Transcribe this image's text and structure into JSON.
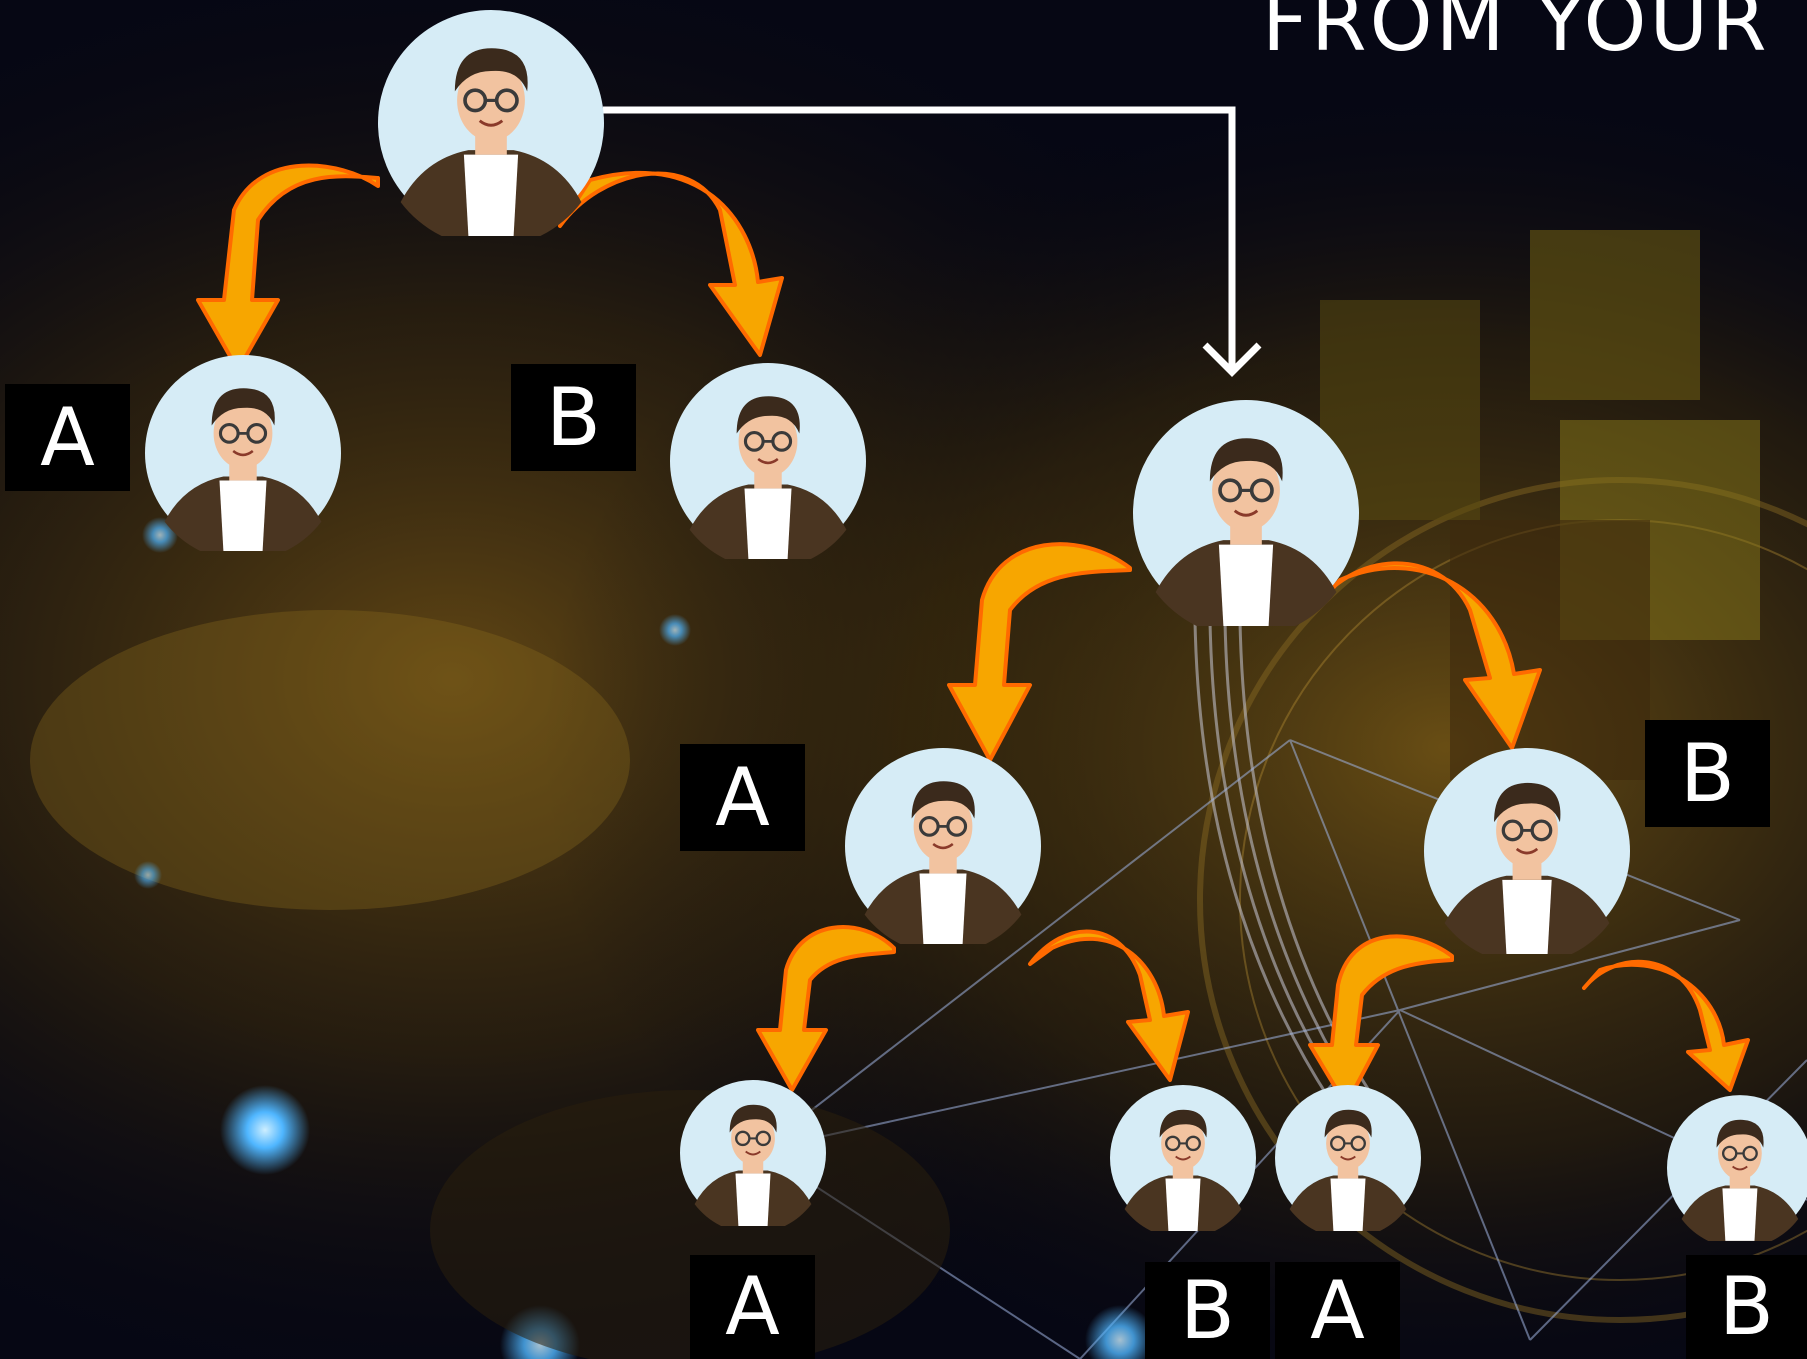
{
  "header": {
    "text": "FROM YOUR"
  },
  "labels": {
    "a": "A",
    "b": "B"
  },
  "icons": {
    "person": "person-avatar-icon",
    "arrow": "curved-arrow-icon",
    "connector": "connector-arrow-icon"
  },
  "colors": {
    "arrow_fill": "#f7a600",
    "arrow_outline": "#ff6a00",
    "avatar_bg": "#d6ecf6",
    "label_bg": "#000000",
    "label_text": "#ffffff"
  }
}
